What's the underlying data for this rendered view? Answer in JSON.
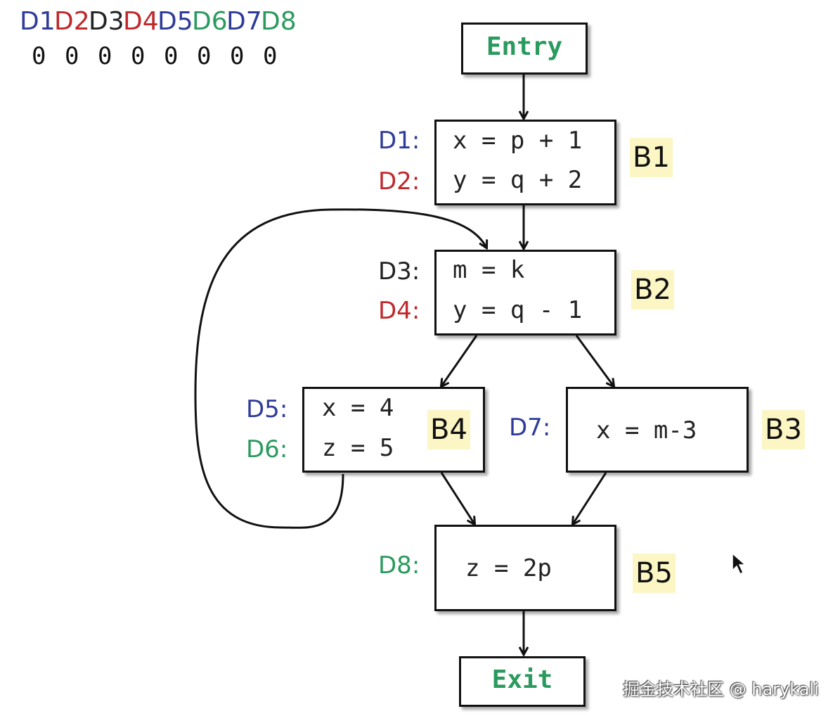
{
  "colors": {
    "blue": "#2e3b9a",
    "red": "#c0282b",
    "green": "#2b9a5e",
    "dark": "#222222",
    "highlight": "#fbf6c4"
  },
  "header": {
    "labels": [
      {
        "text": "D1",
        "color": "#2e3b9a"
      },
      {
        "text": "D2",
        "color": "#c0282b"
      },
      {
        "text": "D3",
        "color": "#222222"
      },
      {
        "text": "D4",
        "color": "#c0282b"
      },
      {
        "text": "D5",
        "color": "#2e3b9a"
      },
      {
        "text": "D6",
        "color": "#2b9a5e"
      },
      {
        "text": "D7",
        "color": "#2e3b9a"
      },
      {
        "text": "D8",
        "color": "#2b9a5e"
      }
    ],
    "bits": [
      "0",
      "0",
      "0",
      "0",
      "0",
      "0",
      "0",
      "0"
    ]
  },
  "entry": {
    "label": "Entry"
  },
  "exit": {
    "label": "Exit"
  },
  "blocks": {
    "b1": {
      "name": "B1",
      "defs": [
        {
          "label": "D1:",
          "code": "x = p + 1"
        },
        {
          "label": "D2:",
          "code": "y = q + 2"
        }
      ]
    },
    "b2": {
      "name": "B2",
      "defs": [
        {
          "label": "D3:",
          "code": "m = k"
        },
        {
          "label": "D4:",
          "code": "y = q - 1"
        }
      ]
    },
    "b4": {
      "name": "B4",
      "defs": [
        {
          "label": "D5:",
          "code": "x = 4"
        },
        {
          "label": "D6:",
          "code": "z = 5"
        }
      ]
    },
    "b3": {
      "name": "B3",
      "defs": [
        {
          "label": "D7:",
          "code": "x = m-3"
        }
      ]
    },
    "b5": {
      "name": "B5",
      "defs": [
        {
          "label": "D8:",
          "code": "z = 2p"
        }
      ]
    }
  },
  "watermark": "掘金技术社区 @ harykali"
}
